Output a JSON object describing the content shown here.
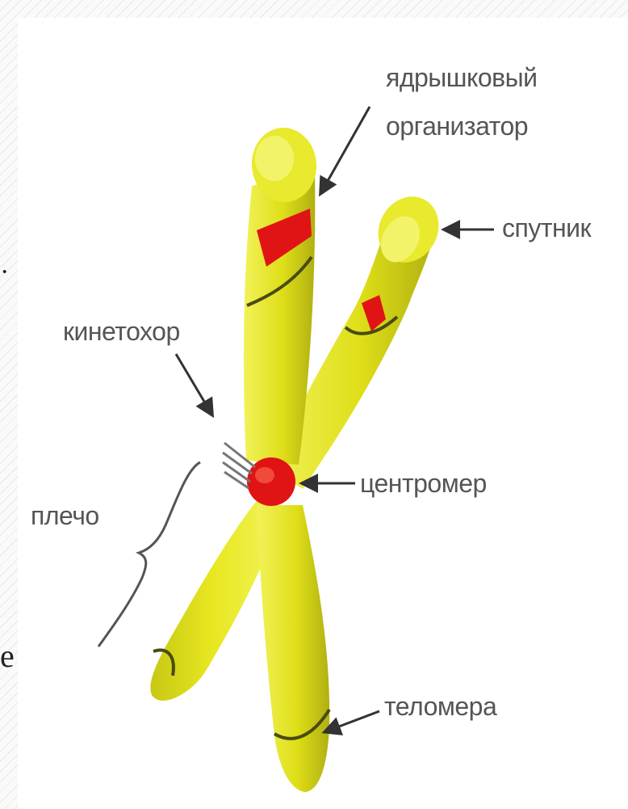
{
  "labels": {
    "nucleolar_organizer_line1": "ядрышковый",
    "nucleolar_organizer_line2": "организатор",
    "satellite": "спутник",
    "kinetochore": "кинетохор",
    "centromere": "центромер",
    "arm": "плечо",
    "telomere": "теломера"
  },
  "stray_glyphs": {
    "top_left": "·",
    "left_e": "е"
  },
  "colors": {
    "chromatid_yellow": "#e6e61e",
    "chromatid_dark": "#a8a810",
    "chromatid_light": "#f4f463",
    "centromere_red": "#e01414",
    "label_gray": "#555555",
    "arrow_gray": "#333333"
  }
}
